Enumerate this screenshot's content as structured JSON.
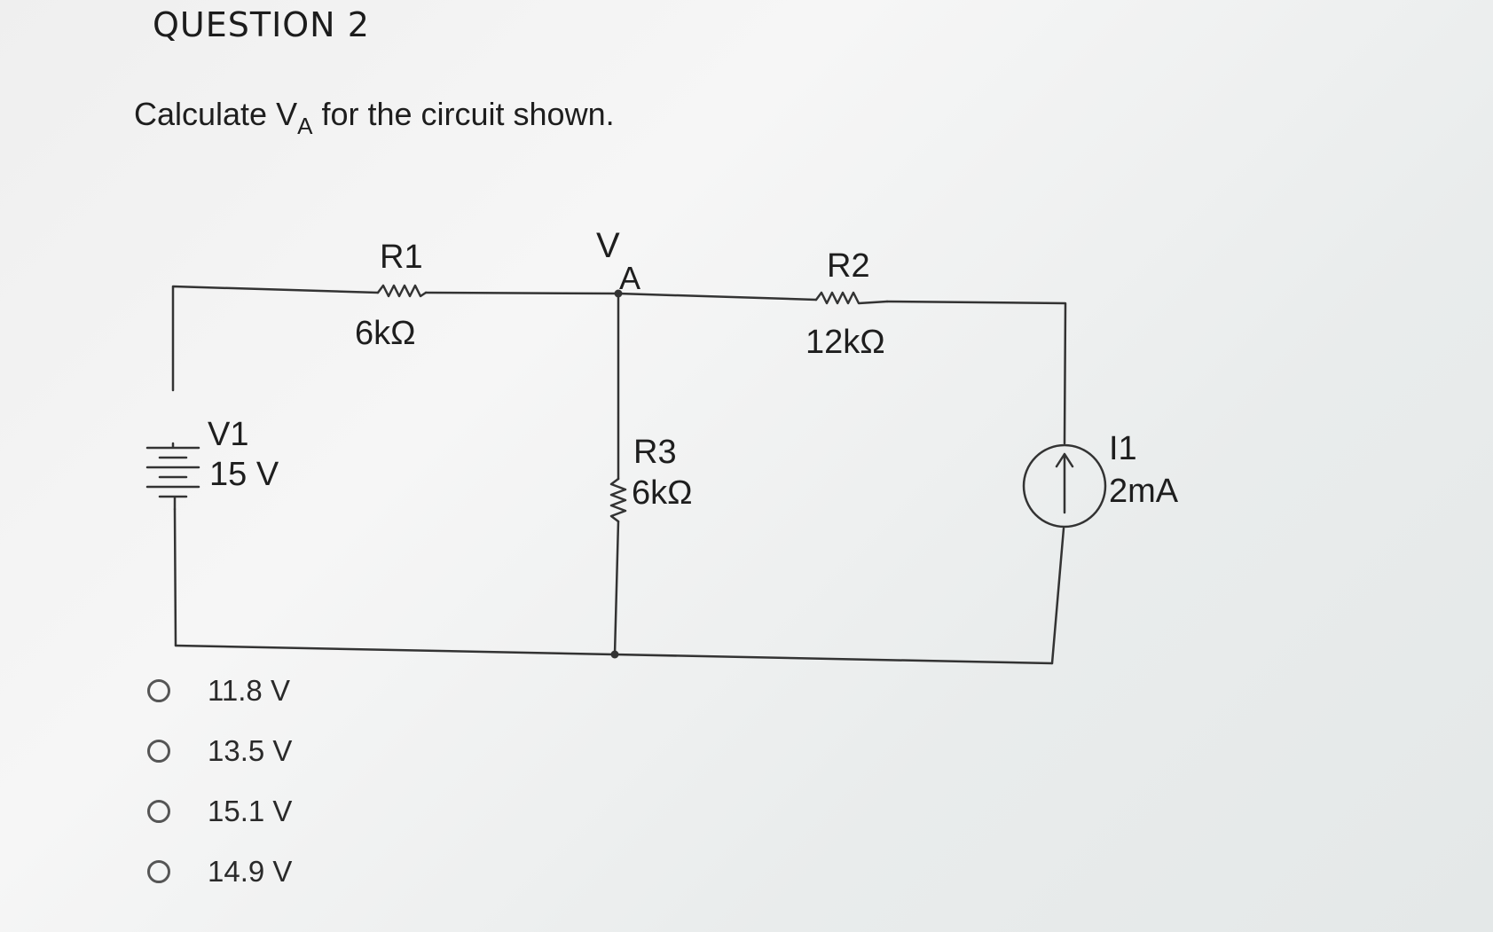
{
  "question": {
    "title": "QUESTION 2",
    "prompt_prefix": "Calculate V",
    "prompt_sub": "A",
    "prompt_suffix": " for the circuit shown."
  },
  "circuit": {
    "node_label_main": "V",
    "node_label_sub": "A",
    "r1": {
      "name": "R1",
      "value": "6kΩ"
    },
    "r2": {
      "name": "R2",
      "value": "12kΩ"
    },
    "r3": {
      "name": "R3",
      "value": "6kΩ"
    },
    "v1": {
      "name": "V1",
      "value": "15 V"
    },
    "i1": {
      "name": "I1",
      "value": "2mA"
    }
  },
  "options": [
    {
      "label": "11.8 V"
    },
    {
      "label": "13.5 V"
    },
    {
      "label": "15.1 V"
    },
    {
      "label": "14.9 V"
    }
  ]
}
